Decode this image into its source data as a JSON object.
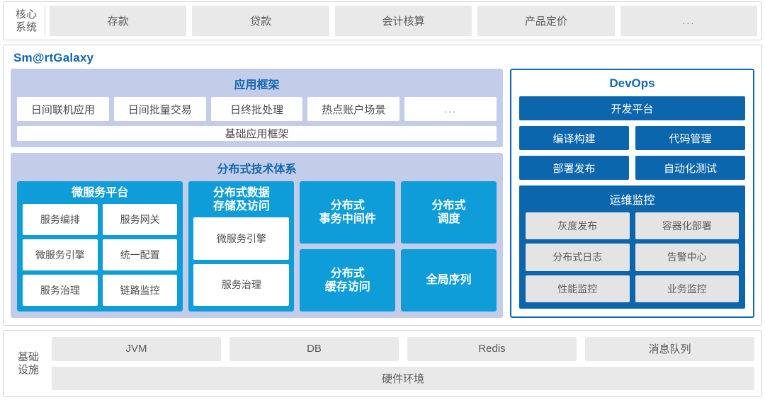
{
  "core_systems": {
    "label": "核心\n系统",
    "label_line1": "核心",
    "label_line2": "系统",
    "items": [
      {
        "label": "存款"
      },
      {
        "label": "贷款"
      },
      {
        "label": "会计核算"
      },
      {
        "label": "产品定价"
      },
      {
        "label": "..."
      }
    ]
  },
  "platform": {
    "brand": "Sm@rtGalaxy",
    "app_framework": {
      "title": "应用框架",
      "items": [
        {
          "label": "日间联机应用"
        },
        {
          "label": "日间批量交易"
        },
        {
          "label": "日终批处理"
        },
        {
          "label": "热点账户场景"
        },
        {
          "label": "..."
        }
      ],
      "base": {
        "label": "基础应用框架"
      }
    },
    "distributed": {
      "title": "分布式技术体系",
      "microservice": {
        "title": "微服务平台",
        "items": [
          {
            "label": "服务编排"
          },
          {
            "label": "服务网关"
          },
          {
            "label": "微服务引擎"
          },
          {
            "label": "统一配置"
          },
          {
            "label": "服务治理"
          },
          {
            "label": "链路监控"
          }
        ]
      },
      "data_storage": {
        "title_line1": "分布式数据",
        "title_line2": "存储及访问",
        "items": [
          {
            "label": "微服务引擎"
          },
          {
            "label": "服务治理"
          }
        ]
      },
      "blocks": [
        {
          "line1": "分布式",
          "line2": "事务中间件"
        },
        {
          "line1": "分布式",
          "line2": "缓存访问"
        },
        {
          "line1": "分布式",
          "line2": "调度"
        },
        {
          "line1": "全局序列",
          "line2": ""
        }
      ]
    },
    "devops": {
      "title": "DevOps",
      "platform_button": {
        "label": "开发平台"
      },
      "buttons": [
        {
          "label": "编译构建"
        },
        {
          "label": "代码管理"
        },
        {
          "label": "部署发布"
        },
        {
          "label": "自动化测试"
        }
      ],
      "ops_monitor": {
        "title": "运维监控",
        "items": [
          {
            "label": "灰度发布"
          },
          {
            "label": "容器化部署"
          },
          {
            "label": "分布式日志"
          },
          {
            "label": "告警中心"
          },
          {
            "label": "性能监控"
          },
          {
            "label": "业务监控"
          }
        ]
      }
    }
  },
  "infrastructure": {
    "label_line1": "基础",
    "label_line2": "设施",
    "items": [
      {
        "label": "JVM"
      },
      {
        "label": "DB"
      },
      {
        "label": "Redis"
      },
      {
        "label": "消息队列"
      }
    ],
    "hardware": {
      "label": "硬件环境"
    }
  },
  "colors": {
    "accent_blue": "#1167b1",
    "devops_blue": "#0c66ad",
    "cyan": "#0f9dd9",
    "lavender": "#c3cdea",
    "chip_gray": "#e9e9e9"
  }
}
